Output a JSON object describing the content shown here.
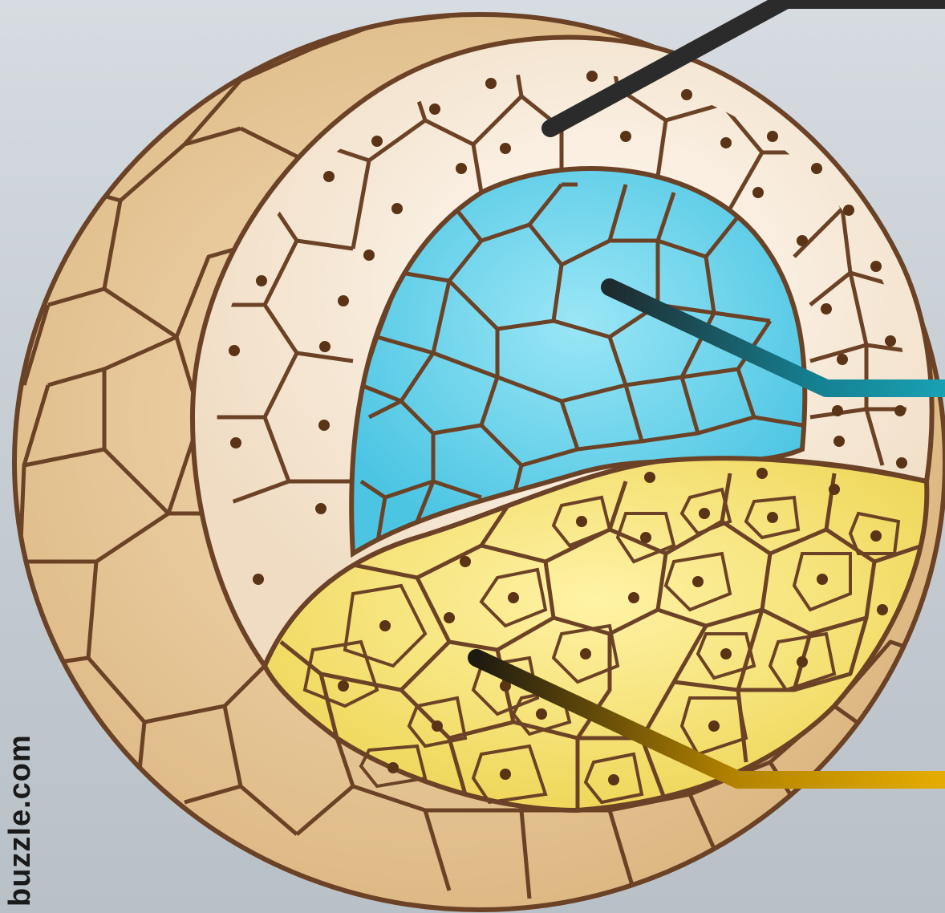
{
  "watermark": {
    "side_text": "buzzle.com"
  },
  "layers": [
    {
      "id": "outer-layer",
      "color": "#e2bf8e"
    },
    {
      "id": "middle-layer",
      "color": "#f6e6d2"
    },
    {
      "id": "blue-region",
      "color": "#6fd2ea"
    },
    {
      "id": "yellow-region",
      "color": "#f6e47a"
    }
  ],
  "pointers": [
    {
      "id": "pointer-top",
      "color": "#2a2a2a",
      "label": ""
    },
    {
      "id": "pointer-middle",
      "color": "#1596a8",
      "label": ""
    },
    {
      "id": "pointer-bottom",
      "color": "#e0a800",
      "label": ""
    }
  ]
}
